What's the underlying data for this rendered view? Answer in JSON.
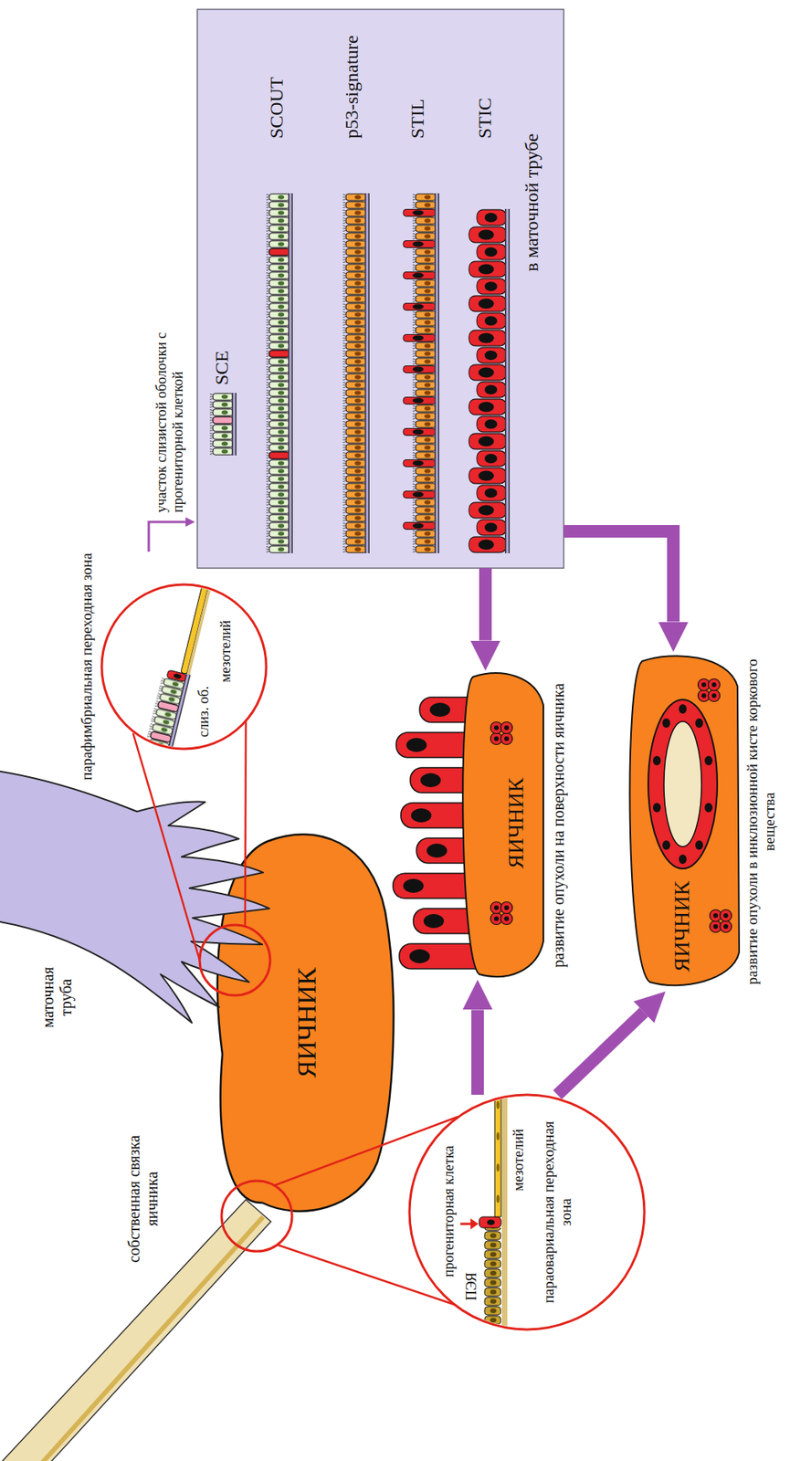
{
  "diagram": {
    "nodes": [
      {
        "text": [
          "SCE",
          "SCOUT",
          "p53-signature",
          "STIL",
          "STIC",
          "в маточной трубе"
        ]
      },
      {
        "text": [
          "парафимбриальная переходная зона",
          "слиз. об.",
          "мезотелий"
        ]
      },
      {
        "text": [
          "ЯИЧНИК"
        ]
      },
      {
        "text": [
          "ЯИЧНИК",
          "развитие опухоли на поверхности яичника"
        ]
      },
      {
        "text": [
          "ЯИЧНИК",
          "развитие опухоли в инклюзионной кисте коркового вещества"
        ]
      },
      {
        "text": [
          "прогениторная клетка",
          "ПЭЯ",
          "мезотелий",
          "параовариальная переходная зона"
        ]
      }
    ],
    "edges": [
      {
        "from": 1,
        "to": 0,
        "arrow": "to",
        "label": "участок слизистой оболочки с прогениторной клеткой"
      },
      {
        "from": 0,
        "to": 3,
        "arrow": "to"
      },
      {
        "from": 0,
        "to": 4,
        "arrow": "to"
      },
      {
        "from": 5,
        "to": 3,
        "arrow": "to"
      },
      {
        "from": 5,
        "to": 4,
        "arrow": "to"
      }
    ],
    "labels": [
      "маточная труба",
      "собственная связка яичника"
    ]
  }
}
